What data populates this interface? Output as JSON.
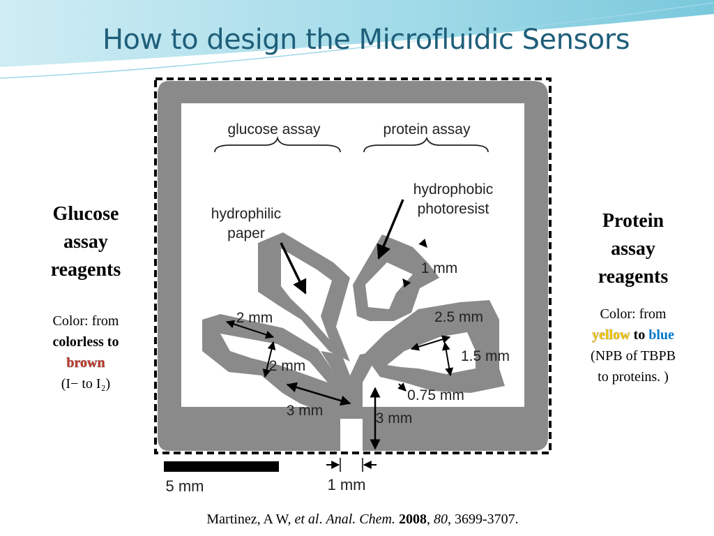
{
  "slide": {
    "title": "How to design the Microfluidic Sensors"
  },
  "left_panel": {
    "heading_lines": [
      "Glucose",
      "assay",
      "reagents"
    ],
    "color_from": "Color: from",
    "color_change": "colorless to brown",
    "color_change_a": "colorless to",
    "color_change_b": "brown",
    "reaction": "(I− to I₂)"
  },
  "right_panel": {
    "heading_lines": [
      "Protein",
      "assay",
      "reagents"
    ],
    "color_from": "Color: from",
    "color_yellow": "yellow",
    "color_to": "to",
    "color_blue": "blue",
    "note_line1": "(NPB of  TBPB",
    "note_line2": "to proteins. )"
  },
  "diagram": {
    "glucose_label": "glucose assay",
    "protein_label": "protein assay",
    "hydrophobic_line1": "hydrophobic",
    "hydrophobic_line2": "photoresist",
    "hydrophilic_line1": "hydrophilic",
    "hydrophilic_line2": "paper",
    "dim_1mm_top": "1 mm",
    "dim_2mm_a": "2 mm",
    "dim_2mm_b": "2 mm",
    "dim_2_5mm": "2.5 mm",
    "dim_1_5mm": "1.5 mm",
    "dim_0_75mm": "0.75 mm",
    "dim_3mm_a": "3 mm",
    "dim_3mm_b": "3 mm",
    "scale_bar": "5 mm",
    "dim_1mm_bottom": "1 mm"
  },
  "citation": {
    "authors": "Martinez, A W, ",
    "etal": "et al",
    "journal_sep": ". ",
    "journal": "Anal. Chem.",
    "year": "2008",
    "volume": "80",
    "pages": ", 3699-3707."
  },
  "colors": {
    "title": "#1f5f7a",
    "photoresist": "#8a8a8a",
    "brown_text": "#c0392b",
    "yellow_text": "#f0c400",
    "blue_text": "#0078c8"
  }
}
